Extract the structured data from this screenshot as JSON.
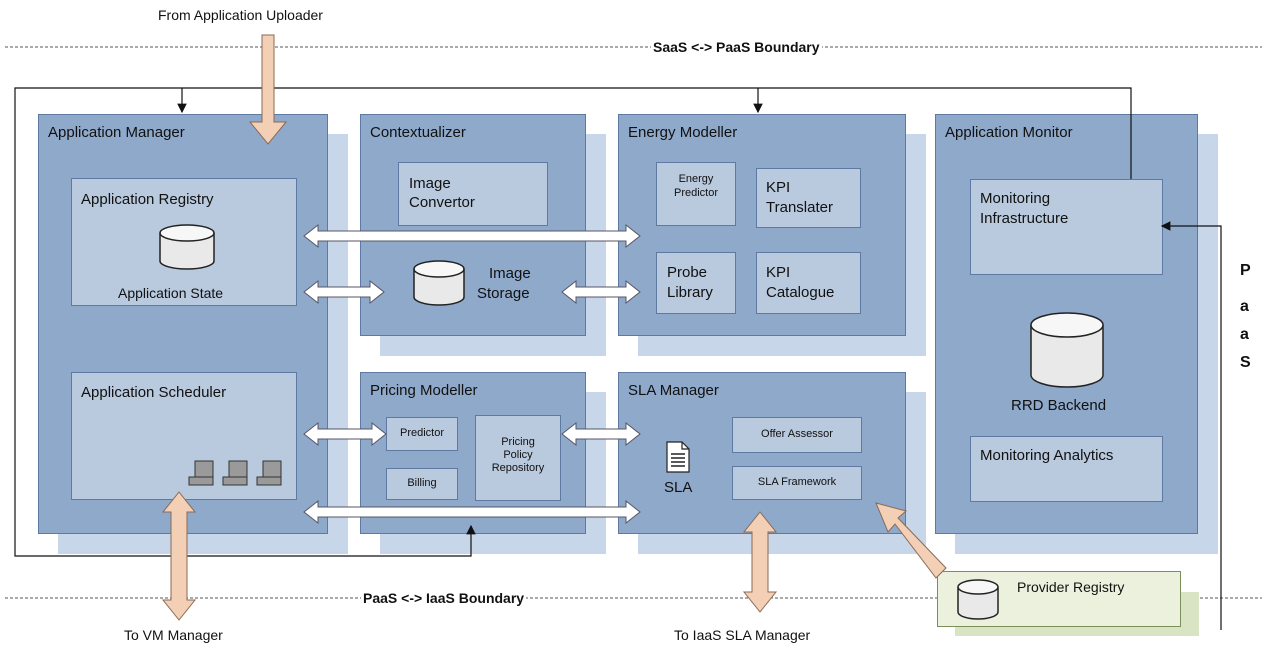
{
  "boundaries": {
    "top": "SaaS <-> PaaS  Boundary",
    "bottom": "PaaS <-> IaaS Boundary"
  },
  "external": {
    "from_uploader": "From Application Uploader",
    "to_vm_manager": "To VM Manager",
    "to_iaas_sla": "To IaaS SLA Manager",
    "provider_registry": "Provider Registry"
  },
  "paas_label": [
    "P",
    "a",
    "a",
    "S"
  ],
  "application_manager": {
    "title": "Application Manager",
    "registry": {
      "title": "Application Registry",
      "state": "Application State"
    },
    "scheduler": {
      "title": "Application Scheduler"
    }
  },
  "contextualizer": {
    "title": "Contextualizer",
    "image_convertor": [
      "Image",
      "Convertor"
    ],
    "image_storage": [
      "Image",
      "Storage"
    ]
  },
  "energy_modeller": {
    "title": "Energy Modeller",
    "energy_predictor": [
      "Energy",
      "Predictor"
    ],
    "kpi_translater": [
      "KPI",
      "Translater"
    ],
    "probe_library": [
      "Probe",
      "Library"
    ],
    "kpi_catalogue": [
      "KPI",
      "Catalogue"
    ]
  },
  "pricing_modeller": {
    "title": "Pricing Modeller",
    "predictor": "Predictor",
    "billing": "Billing",
    "pricing_policy": [
      "Pricing",
      "Policy",
      "Repository"
    ]
  },
  "sla_manager": {
    "title": "SLA Manager",
    "sla": "SLA",
    "offer_assessor": "Offer Assessor",
    "sla_framework": "SLA Framework"
  },
  "application_monitor": {
    "title": "Application Monitor",
    "monitoring_infrastructure": [
      "Monitoring",
      "Infrastructure"
    ],
    "rrd_backend": "RRD Backend",
    "monitoring_analytics": "Monitoring Analytics"
  },
  "colors": {
    "component_fill": "#8fa9cb",
    "subcomponent_fill": "#b9c9de",
    "shadow": "#c8d6ea",
    "external_arrow": "#f2cfb5",
    "provider_registry_fill": "#ebf1dd"
  }
}
